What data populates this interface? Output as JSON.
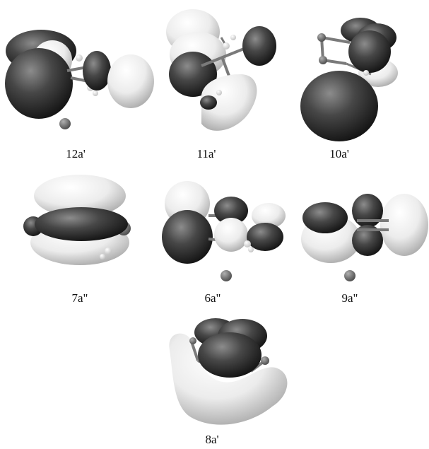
{
  "figure": {
    "orbitals": [
      {
        "label": "12a'"
      },
      {
        "label": "11a'"
      },
      {
        "label": "10a'"
      },
      {
        "label": "7a\""
      },
      {
        "label": "6a\""
      },
      {
        "label": "9a\""
      },
      {
        "label": "8a'"
      }
    ],
    "colors": {
      "dark_lobe": "#3a3a3a",
      "light_lobe": "#e9e9e9",
      "bond": "#7a7a7a",
      "hydrogen": "#f2f2f2"
    }
  }
}
